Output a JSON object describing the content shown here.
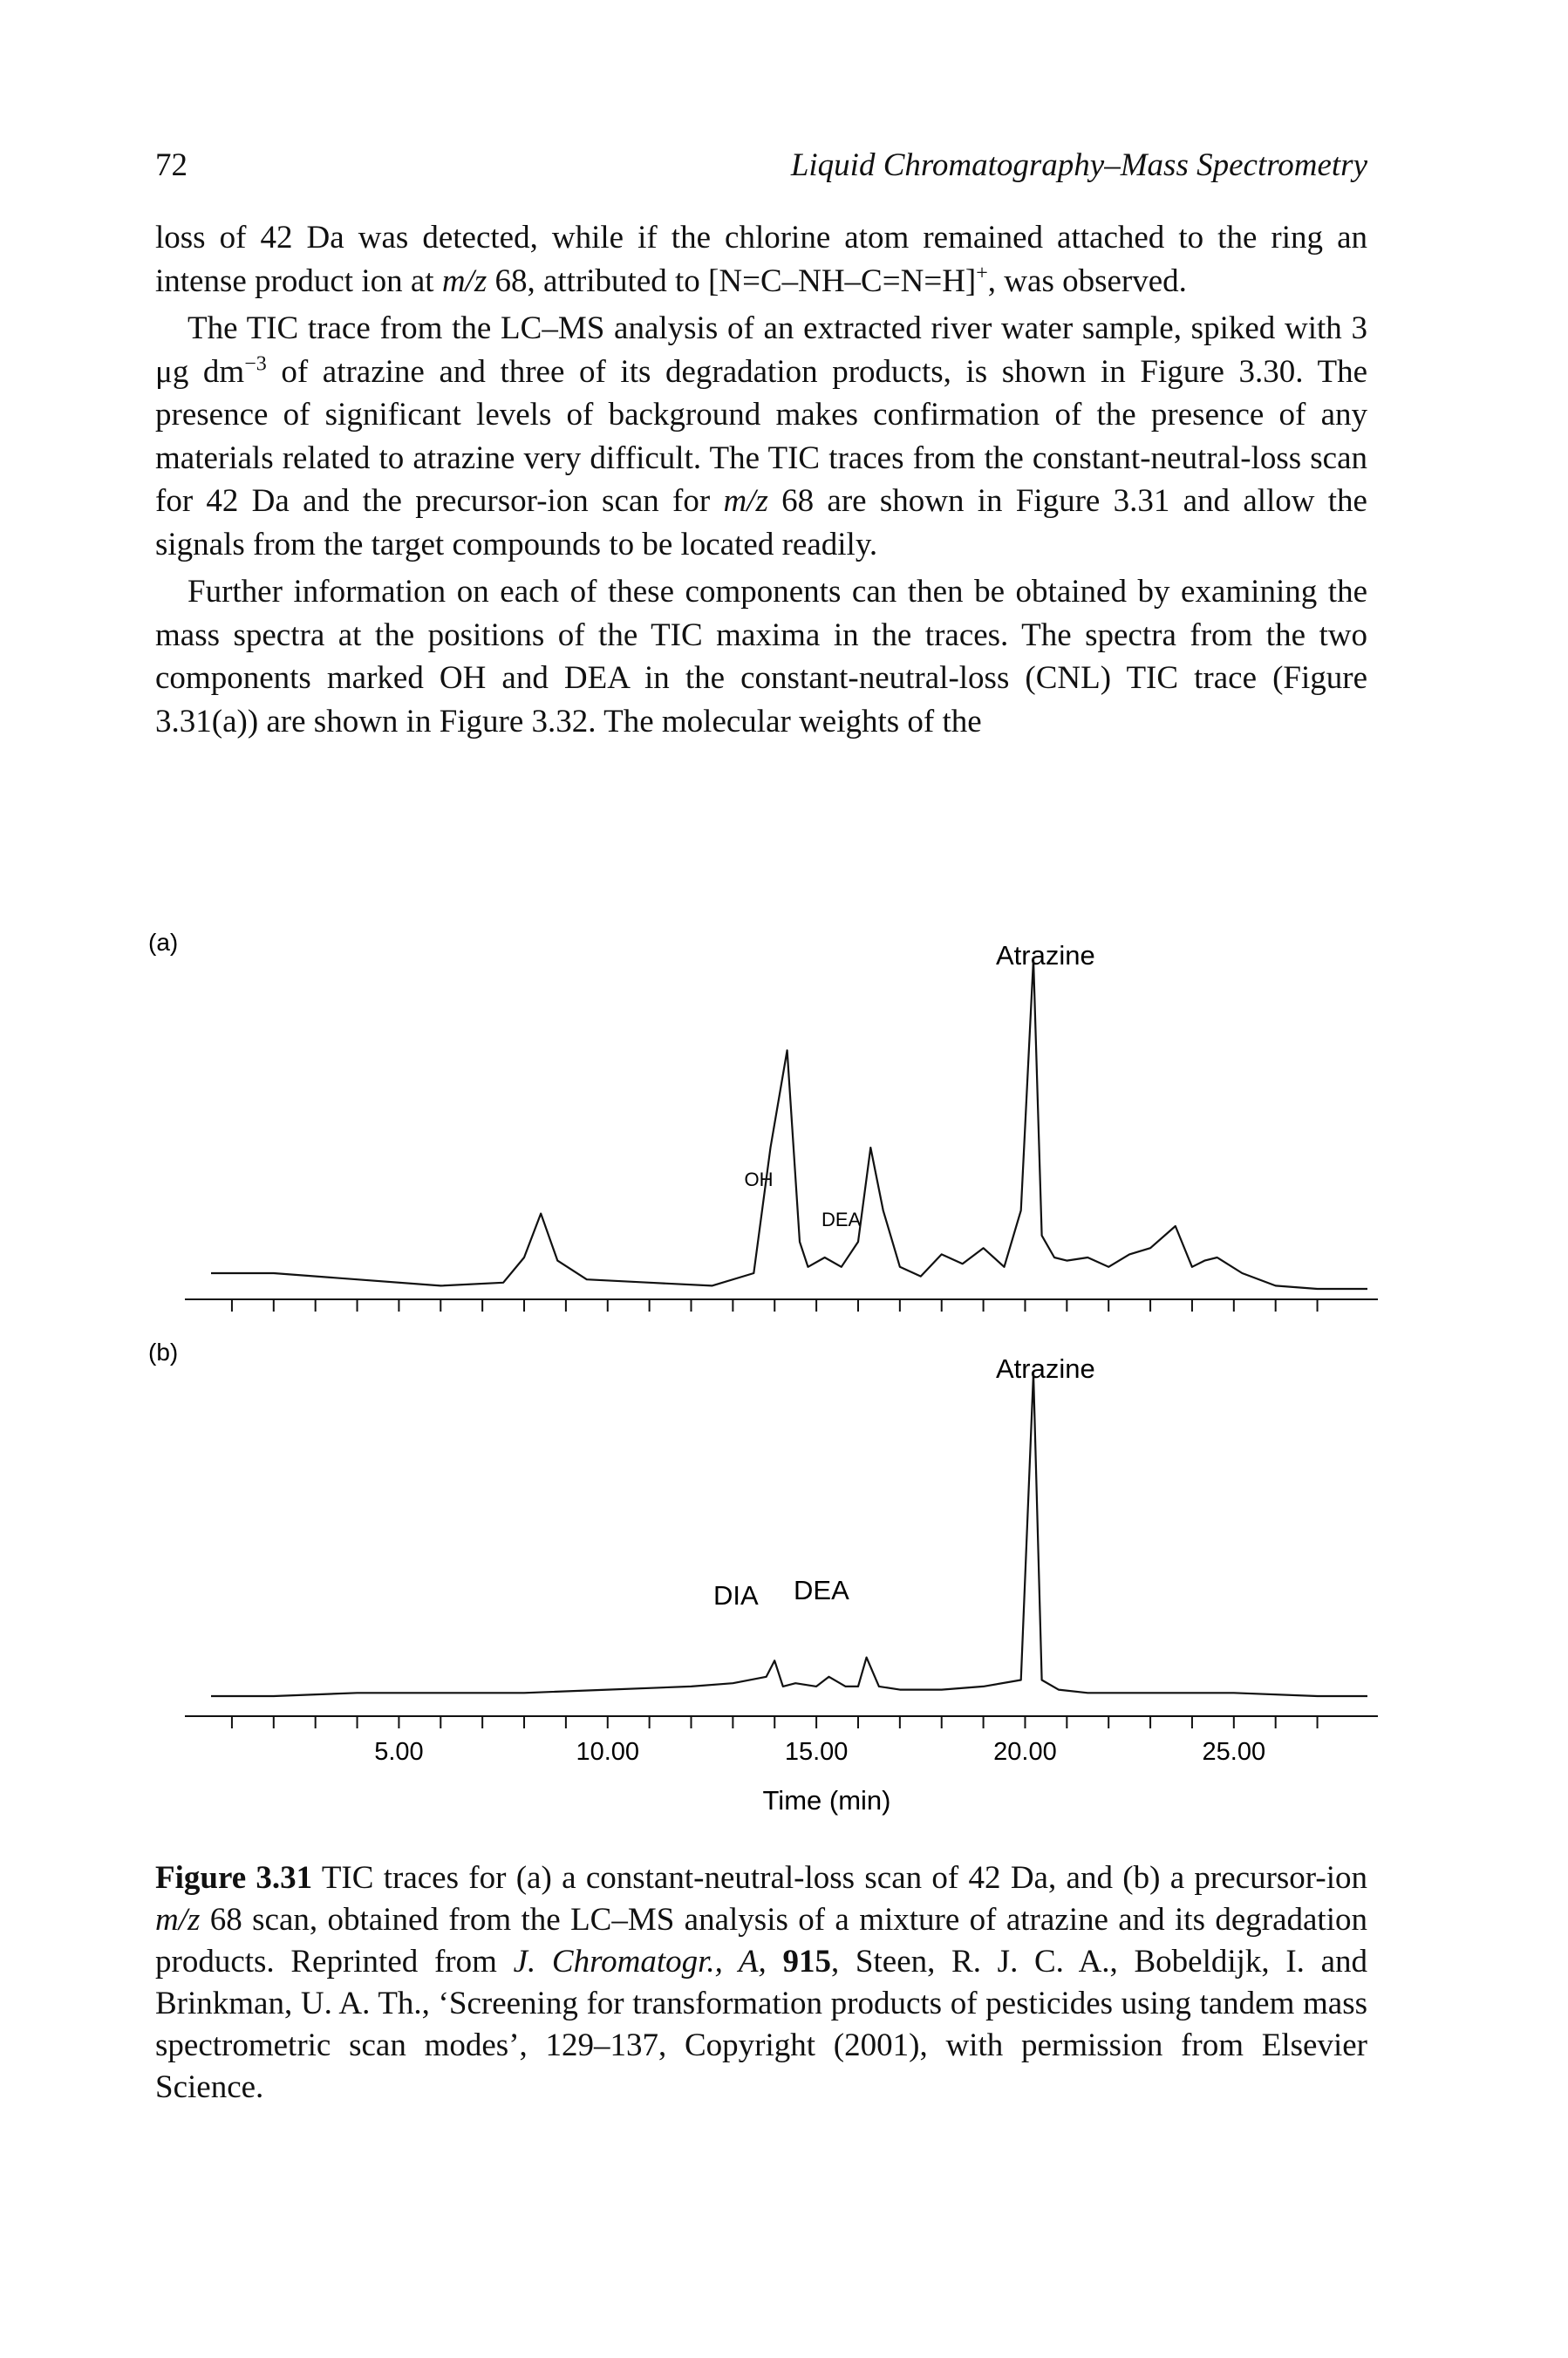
{
  "header": {
    "page_number": "72",
    "running_head": "Liquid Chromatography–Mass Spectrometry"
  },
  "body": {
    "p1": {
      "a": "loss of 42 Da was detected, while if the chlorine atom remained attached to the ring an intense product ion at ",
      "mz": "m/z",
      "b": " 68, attributed to [N=C–NH–C=N=H]",
      "sup": "+",
      "c": ", was observed."
    },
    "p2": {
      "a": "The TIC trace from the LC–MS analysis of an extracted river water sample, spiked with 3 μg dm",
      "sup": "−3",
      "b": " of atrazine and three of its degradation products, is shown in Figure 3.30. The presence of significant levels of background makes confirmation of the presence of any materials related to atrazine very difficult. The TIC traces from the constant-neutral-loss scan for 42 Da and the precursor-ion scan for ",
      "mz": "m/z",
      "c": " 68 are shown in Figure 3.31 and allow the signals from the target compounds to be located readily."
    },
    "p3": {
      "text": "Further information on each of these components can then be obtained by examining the mass spectra at the positions of the TIC maxima in the traces. The spectra from the two components marked OH and DEA in the constant-neutral-loss (CNL) TIC trace (Figure 3.31(a)) are shown in Figure 3.32. The molecular weights of the"
    }
  },
  "figure": {
    "panel_a_label": "(a)",
    "panel_b_label": "(b)",
    "panel_a_peaks": [
      "OH",
      "DEA",
      "Atrazine"
    ],
    "panel_b_peaks": [
      "DIA",
      "DEA",
      "Atrazine"
    ],
    "xlabel": "Time (min)"
  },
  "chart_data": [
    {
      "type": "line",
      "panel": "(a)",
      "xlabel": "",
      "ylabel": "",
      "xlim": [
        0.5,
        28.2
      ],
      "x": [
        0.5,
        2,
        4,
        6,
        7.5,
        8.0,
        8.4,
        8.8,
        9.5,
        11,
        12.5,
        13.5,
        13.9,
        14.3,
        14.6,
        14.8,
        15.2,
        15.6,
        16.0,
        16.3,
        16.6,
        17.0,
        17.5,
        18,
        18.5,
        19,
        19.5,
        19.9,
        20.2,
        20.4,
        20.7,
        21.0,
        21.5,
        22,
        22.5,
        23,
        23.6,
        24.0,
        24.3,
        24.6,
        25.2,
        26,
        27,
        28.2
      ],
      "series": [
        {
          "values": [
            0.0,
            0.0,
            -0.02,
            -0.04,
            -0.03,
            0.05,
            0.19,
            0.04,
            -0.02,
            -0.03,
            -0.04,
            0.0,
            0.4,
            0.71,
            0.1,
            0.02,
            0.05,
            0.02,
            0.1,
            0.4,
            0.2,
            0.02,
            -0.01,
            0.06,
            0.03,
            0.08,
            0.02,
            0.2,
            1.0,
            0.12,
            0.05,
            0.04,
            0.05,
            0.02,
            0.06,
            0.08,
            0.15,
            0.02,
            0.04,
            0.05,
            0.0,
            -0.04,
            -0.05,
            -0.05
          ]
        }
      ],
      "x_ticks": [
        5.0,
        10.0,
        15.0,
        20.0,
        25.0
      ]
    },
    {
      "type": "line",
      "panel": "(b)",
      "xlabel": "Time (min)",
      "ylabel": "",
      "xlim": [
        0.5,
        28.2
      ],
      "x_ticks": [
        5.0,
        10.0,
        15.0,
        20.0,
        25.0
      ],
      "x_tick_labels": [
        "5.00",
        "10.00",
        "15.00",
        "20.00",
        "25.00"
      ],
      "x": [
        0.5,
        2,
        4,
        6,
        8,
        10,
        12,
        13,
        13.8,
        14.0,
        14.2,
        14.5,
        15.0,
        15.3,
        15.7,
        16.0,
        16.2,
        16.5,
        17,
        18,
        19,
        19.9,
        20.2,
        20.4,
        20.8,
        21.5,
        23,
        25,
        27,
        28.2
      ],
      "series": [
        {
          "values": [
            0.0,
            0.0,
            0.01,
            0.01,
            0.01,
            0.02,
            0.03,
            0.04,
            0.06,
            0.11,
            0.03,
            0.04,
            0.03,
            0.06,
            0.03,
            0.03,
            0.12,
            0.03,
            0.02,
            0.02,
            0.03,
            0.05,
            1.0,
            0.05,
            0.02,
            0.01,
            0.01,
            0.01,
            0.0,
            0.0
          ]
        }
      ]
    }
  ],
  "caption": {
    "label": "Figure 3.31",
    "a": " TIC traces for (a) a constant-neutral-loss scan of 42 Da, and (b) a precursor-ion ",
    "mz": "m/z",
    "b": " 68 scan, obtained from the LC–MS analysis of a mixture of atrazine and its degradation products. Reprinted from ",
    "journal": "J. Chromatogr., A,",
    "space1": " ",
    "volume": "915",
    "c": ", Steen, R. J. C. A., Bobeldijk, I. and Brinkman, U. A. Th., ‘Screening for transformation products of pesticides using tandem mass spectrometric scan modes’, 129–137, Copyright (2001), with permission from Elsevier Science."
  }
}
